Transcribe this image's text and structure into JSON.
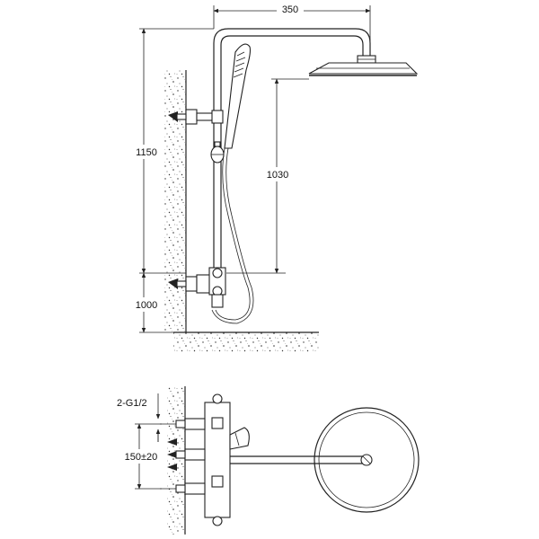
{
  "dimensions": {
    "arm_width": "350",
    "overall_height": "1150",
    "head_to_mixer": "1030",
    "mixer_height": "1000",
    "inlet_size": "2-G1/2",
    "inlet_spacing": "150±20"
  }
}
